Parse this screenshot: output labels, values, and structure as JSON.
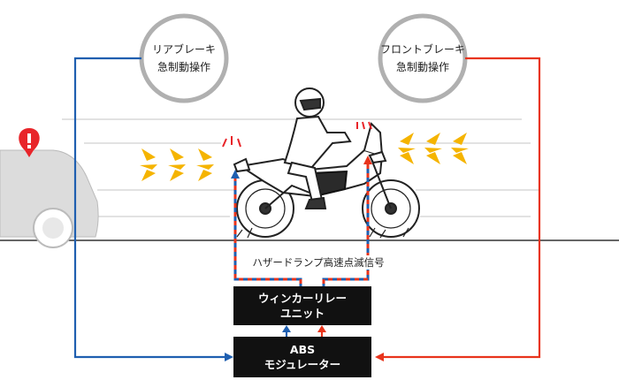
{
  "rear_brake": {
    "line1": "リアブレーキ",
    "line2": "急制動操作"
  },
  "front_brake": {
    "line1": "フロントブレーキ",
    "line2": "急制動操作"
  },
  "hazard_signal": "ハザードランプ高速点滅信号",
  "winker_unit": {
    "line1": "ウィンカーリレー",
    "line2": "ユニット"
  },
  "abs_modulator": {
    "line1": "ABS",
    "line2": "モジュレーター"
  },
  "colors": {
    "rear_line": "#1f5fb0",
    "front_line": "#e8341c",
    "hazard_light": "#f5b400",
    "warning": "#e8252a",
    "circle_border": "#b0b0b0",
    "box": "#111111"
  },
  "icons": {
    "warning": "exclamation-icon"
  }
}
